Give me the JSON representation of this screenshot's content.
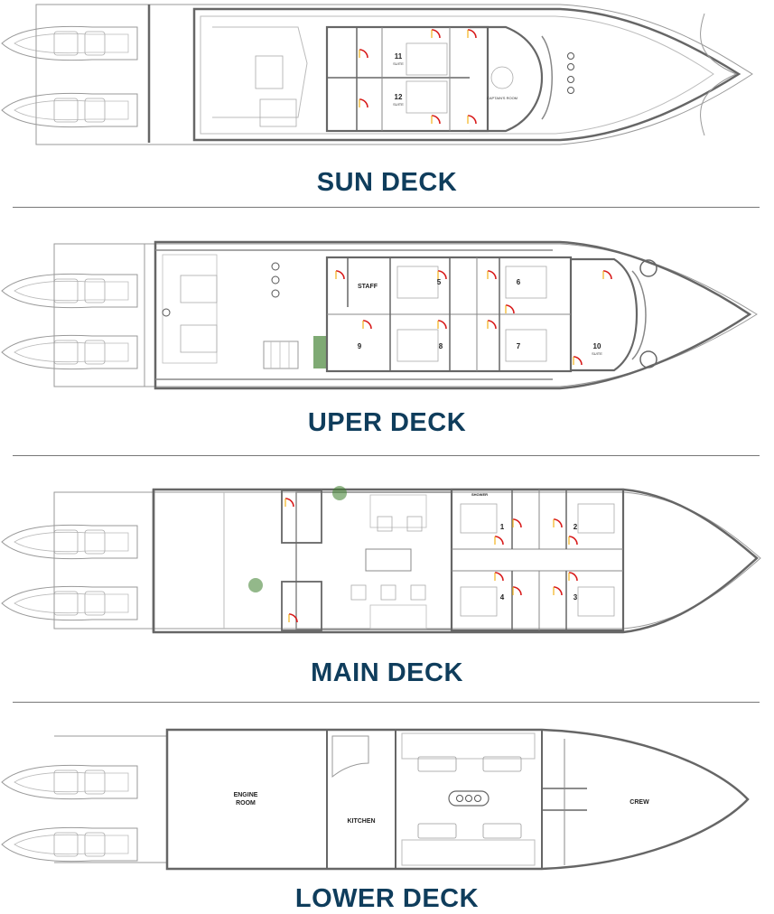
{
  "colors": {
    "title": "#0f3d5c",
    "hull": "#555555",
    "wall": "#666666",
    "light": "#bbbbbb",
    "door": "#d81b1b",
    "door_accent": "#f2b21a",
    "plant": "#3a7d2a"
  },
  "sun_deck": {
    "title": "SUN DECK",
    "rooms": [
      {
        "num": "11",
        "label": "SUITE"
      },
      {
        "num": "12",
        "label": "SUITE"
      },
      {
        "num": "",
        "label": "CAPTAIN'S ROOM"
      }
    ]
  },
  "upper_deck": {
    "title": "UPER DECK",
    "rooms": [
      {
        "num": "STAFF",
        "label": ""
      },
      {
        "num": "5",
        "label": ""
      },
      {
        "num": "6",
        "label": ""
      },
      {
        "num": "9",
        "label": ""
      },
      {
        "num": "8",
        "label": ""
      },
      {
        "num": "7",
        "label": ""
      },
      {
        "num": "10",
        "label": "SUITE"
      }
    ]
  },
  "main_deck": {
    "title": "MAIN DECK",
    "tag": "SHOWER",
    "rooms": [
      {
        "num": "1"
      },
      {
        "num": "2"
      },
      {
        "num": "3"
      },
      {
        "num": "4"
      }
    ]
  },
  "lower_deck": {
    "title": "LOWER DECK",
    "rooms": [
      {
        "line1": "ENGINE",
        "line2": "ROOM"
      },
      {
        "line1": "KITCHEN"
      },
      {
        "line1": "CREW"
      }
    ]
  }
}
